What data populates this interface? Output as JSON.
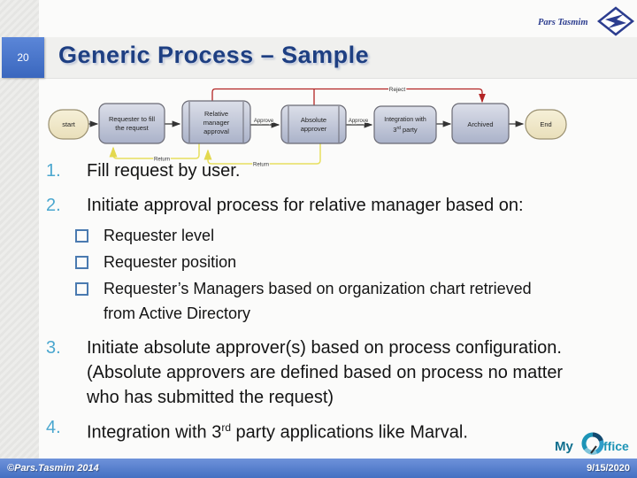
{
  "slide": {
    "number": "20",
    "title": "Generic Process – Sample"
  },
  "logos": {
    "pars_tasmim_text": "Pars Tasmim",
    "my_office_prefix": "My",
    "my_office_suffix": "ffice"
  },
  "flowchart": {
    "nodes": {
      "start": "start",
      "requester": [
        "Requester to fill",
        "the request"
      ],
      "relative": [
        "Relative",
        "manager",
        "approval"
      ],
      "absolute": [
        "Absolute",
        "approver"
      ],
      "integration_line1": "Integration with",
      "integration_num": "3",
      "integration_sup": "rd",
      "integration_post": " party",
      "archived": "Archived",
      "end": "End"
    },
    "edge_labels": {
      "approve_1": "Approve",
      "approve_2": "Approve",
      "reject": "Reject",
      "return_1": "Return",
      "return_2": "Return"
    },
    "colors": {
      "reject_red": "#b32424",
      "return_yellow": "#e8e05e",
      "node_fill_top": "#dcdfe9",
      "node_fill_bottom": "#aab2c9",
      "terminal_fill": "#f1ead0"
    }
  },
  "list": {
    "item1": {
      "num": "1.",
      "text": "Fill request by user."
    },
    "item2": {
      "num": "2.",
      "text": "Initiate approval process for relative manager based on:"
    },
    "item2_subs": [
      "Requester level",
      "Requester position",
      "Requester’s Managers based on organization chart retrieved from Active Directory"
    ],
    "item3": {
      "num": "3.",
      "text": "Initiate absolute approver(s) based on process configuration. (Absolute approvers are defined based on process no matter who has submitted the request)"
    },
    "item4": {
      "num": "4.",
      "pre": "Integration with 3",
      "sup": "rd",
      "post": " party applications like Marval."
    }
  },
  "footer": {
    "copyright": "©Pars.Tasmim 2014",
    "date": "9/15/2020",
    "bar_color": "#4470c2"
  },
  "theme": {
    "title_navy": "#1e3f82",
    "list_number_blue": "#4ba7cf",
    "slide_number_box_blue": "#3a67be"
  }
}
